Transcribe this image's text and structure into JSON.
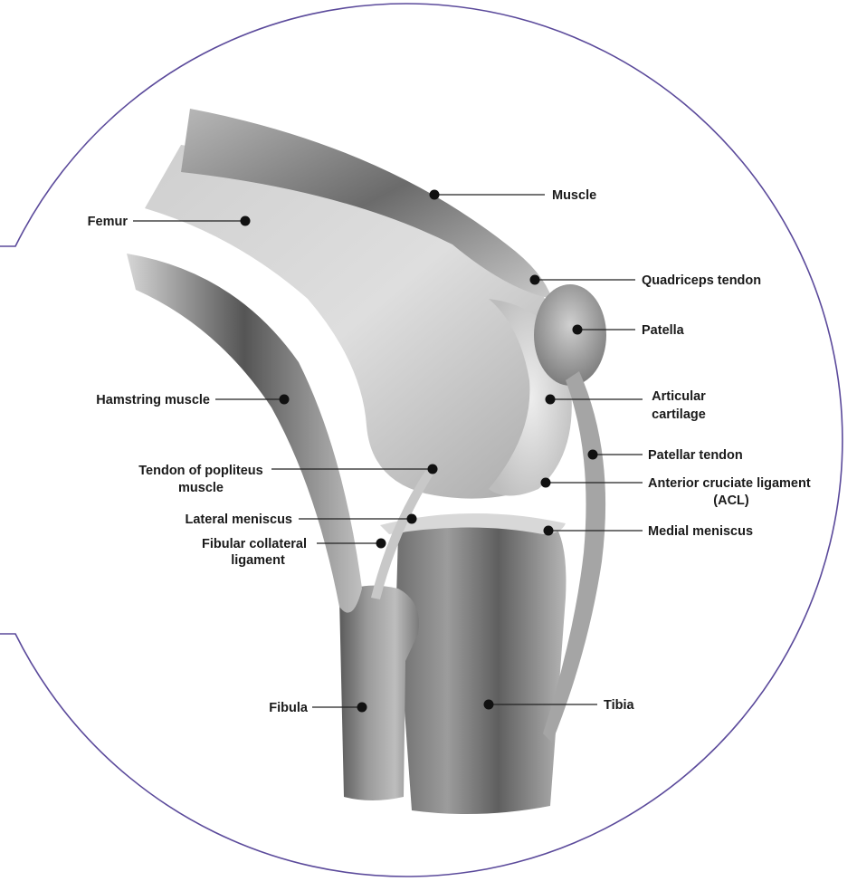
{
  "diagram": {
    "subject": "Knee anatomy (lateral view)",
    "frame_color": "#5b4a9b",
    "labels": {
      "muscle": "Muscle",
      "femur": "Femur",
      "quadriceps_tendon": "Quadriceps tendon",
      "patella": "Patella",
      "hamstring_muscle": "Hamstring muscle",
      "articular_cartilage_1": "Articular",
      "articular_cartilage_2": "cartilage",
      "patellar_tendon": "Patellar tendon",
      "tendon_popliteus_1": "Tendon of popliteus",
      "tendon_popliteus_2": "muscle",
      "acl_1": "Anterior cruciate ligament",
      "acl_2": "(ACL)",
      "lateral_meniscus": "Lateral meniscus",
      "medial_meniscus": "Medial meniscus",
      "fibular_collateral_1": "Fibular collateral",
      "fibular_collateral_2": "ligament",
      "fibula": "Fibula",
      "tibia": "Tibia"
    }
  }
}
